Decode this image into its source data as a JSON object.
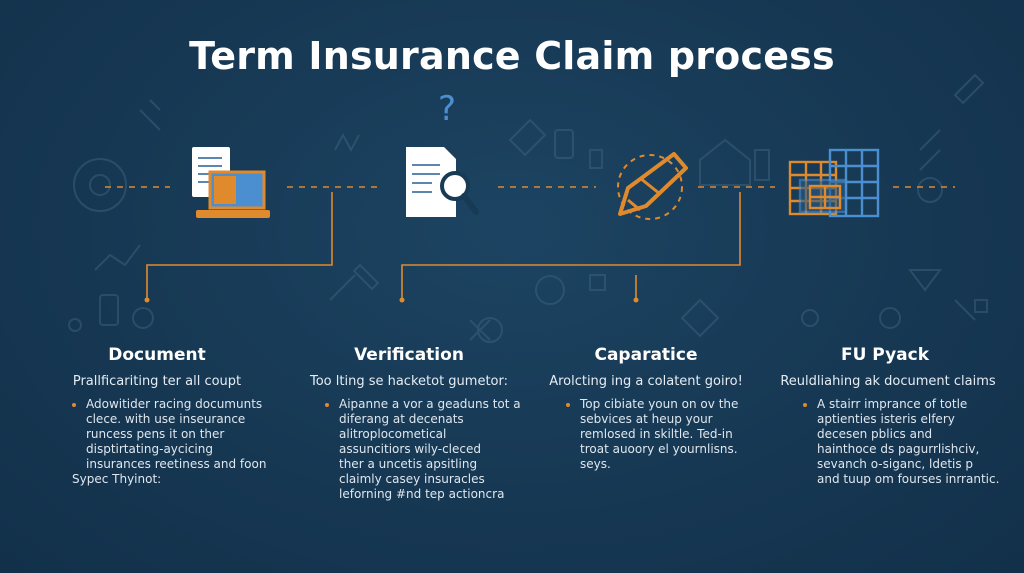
{
  "title": "Term Insurance Claim process",
  "colors": {
    "background": "#173a55",
    "accent_orange": "#e08a2e",
    "accent_blue": "#4c8fd1",
    "text": "#ffffff"
  },
  "icons": [
    "document-laptop-icon",
    "document-magnifier-icon",
    "pen-icon",
    "spreadsheet-grid-icon",
    "question-mark-icon"
  ],
  "steps": [
    {
      "title": "Document",
      "subtitle": "Prallficariting ter all coupt",
      "lines": [
        "Adowitider racing documunts",
        "clece. with use inseurance",
        "runcess pens it on ther",
        "disptirtating-aycicing",
        "insurances reetiness and foon",
        "Sypec Thyinot:"
      ]
    },
    {
      "title": "Verification",
      "subtitle": "Too lting se hacketot gumetor:",
      "lines": [
        "Aipanne a vor a geaduns tot a",
        "diferang at decenats",
        "alitroplocometical",
        "assuncitiors wily-cleced",
        "ther a uncetis apsitling",
        "claimly casey insuracles",
        "leforning #nd tep actioncra"
      ]
    },
    {
      "title": "Caparatice",
      "subtitle": "Arolcting ing a colatent goiro!",
      "lines": [
        "Top cibiate youn on ov the",
        "sebvices at heup your",
        "remlosed in skiltle. Ted-in",
        "troat auoory el yournlisns.",
        "seys."
      ]
    },
    {
      "title": "FU Pyack",
      "subtitle": "Reuldliahing ak document claims",
      "lines": [
        "A stairr imprance of totle",
        "aptienties isteris elfery",
        "decesen pblics and",
        "hainthoce ds pagurrlishciv,",
        "sevanch o-siganc, ldetis p",
        "and tuup om fourses inrrantic."
      ]
    }
  ]
}
